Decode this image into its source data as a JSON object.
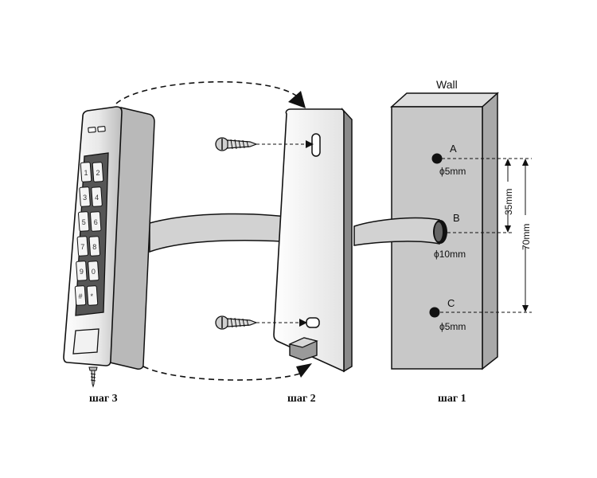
{
  "wall": {
    "title": "Wall"
  },
  "holes": {
    "a": {
      "letter": "A",
      "size": "ϕ5mm"
    },
    "b": {
      "letter": "B",
      "size": "ϕ10mm"
    },
    "c": {
      "letter": "C",
      "size": "ϕ5mm"
    }
  },
  "dimensions": {
    "ab": "35mm",
    "ac": "70mm"
  },
  "steps": {
    "step1": "шаг 1",
    "step2": "шаг 2",
    "step3": "шаг 3"
  },
  "keypad": {
    "keys": [
      "1",
      "2",
      "3",
      "4",
      "5",
      "6",
      "7",
      "8",
      "9",
      "0",
      "#",
      "*"
    ]
  },
  "colors": {
    "wall_fill": "#c8c8c8",
    "cable_fill": "#d2d2d2",
    "outline": "#111111"
  }
}
